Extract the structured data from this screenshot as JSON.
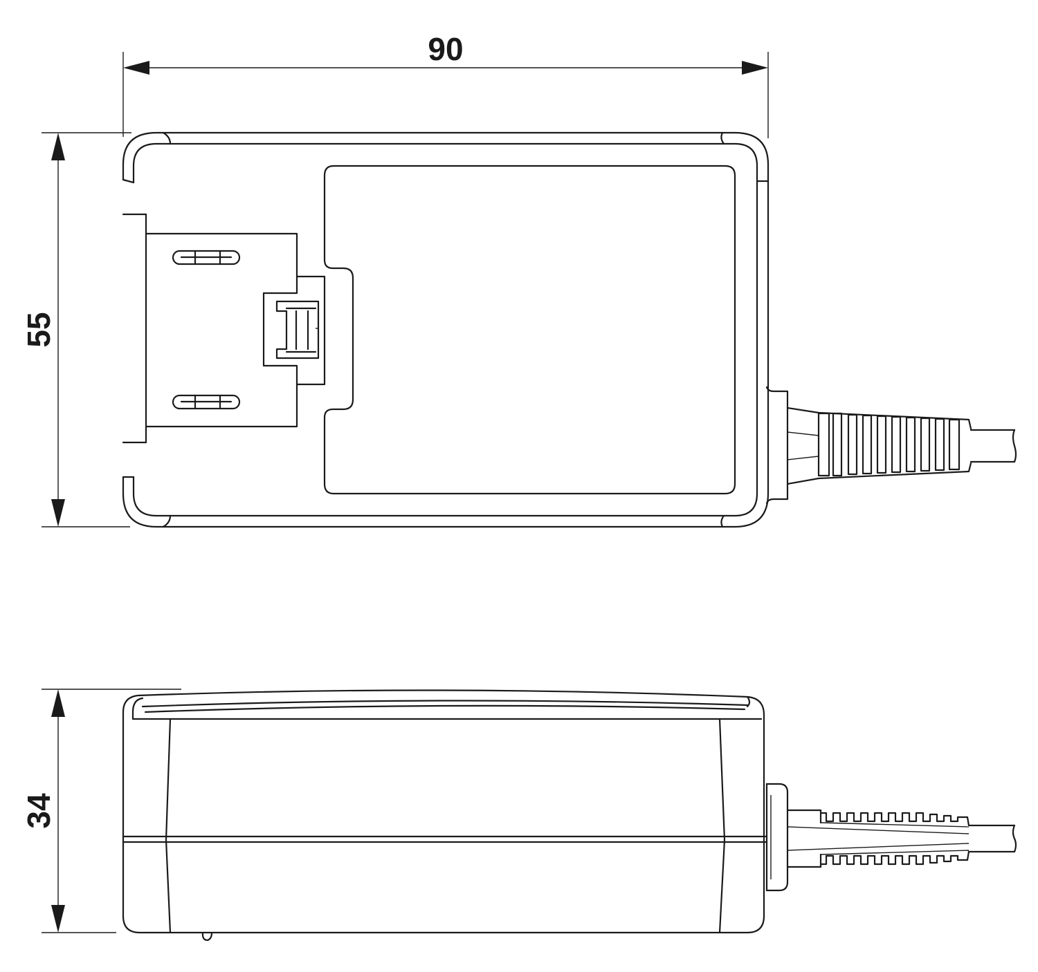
{
  "dimensions": {
    "width": "90",
    "depth": "55",
    "height": "34"
  },
  "colors": {
    "line": "#1a1a1a",
    "background": "#ffffff"
  }
}
